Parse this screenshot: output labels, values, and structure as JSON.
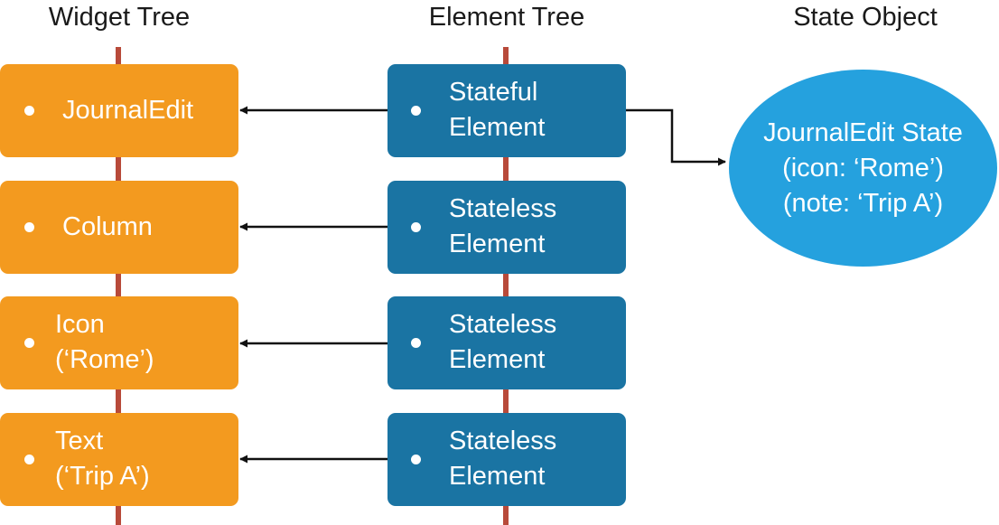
{
  "headers": {
    "widget_tree": "Widget Tree",
    "element_tree": "Element Tree",
    "state_object": "State Object"
  },
  "widgets": [
    {
      "lines": [
        "JournalEdit"
      ]
    },
    {
      "lines": [
        "Column"
      ]
    },
    {
      "lines": [
        "Icon",
        "(‘Rome’)"
      ]
    },
    {
      "lines": [
        "Text",
        "(‘Trip A’)"
      ]
    }
  ],
  "elements": [
    {
      "lines": [
        "Stateful",
        "Element"
      ]
    },
    {
      "lines": [
        "Stateless",
        "Element"
      ]
    },
    {
      "lines": [
        "Stateless",
        "Element"
      ]
    },
    {
      "lines": [
        "Stateless",
        "Element"
      ]
    }
  ],
  "state": {
    "lines": [
      "JournalEdit State",
      "(icon: ‘Rome’)",
      "(note: ‘Trip A’)"
    ]
  },
  "colors": {
    "widget_fill": "#f39a1f",
    "element_fill": "#1a74a3",
    "state_fill": "#25a1de",
    "trunk": "#b84a3a"
  }
}
